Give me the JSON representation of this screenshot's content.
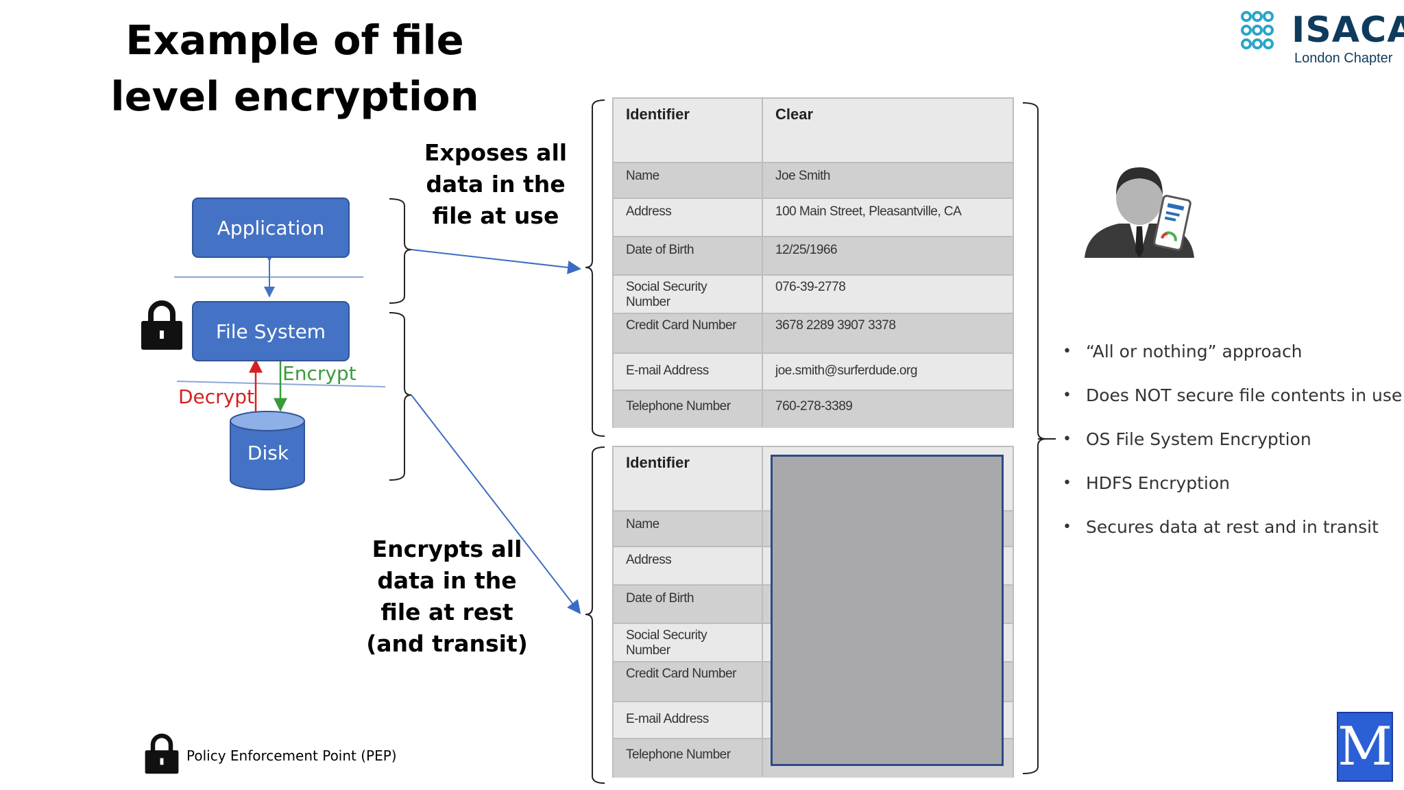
{
  "title": {
    "line1": "Example of file",
    "line2": "level encryption"
  },
  "logo": {
    "name": "ISACA",
    "subtitle": "London Chapter"
  },
  "diagram": {
    "application": "Application",
    "file_system": "File System",
    "disk": "Disk",
    "encrypt": "Encrypt",
    "decrypt": "Decrypt",
    "pep": "Policy Enforcement Point (PEP)",
    "colors": {
      "box": "#4472c4",
      "encrypt": "#3a9a3a",
      "decrypt": "#d62020",
      "arrow": "#3b6cc4"
    }
  },
  "captions": {
    "exposes": [
      "Exposes all",
      "data in the",
      "file at use"
    ],
    "encrypts": [
      "Encrypts all",
      "data in the",
      "file at rest",
      "(and transit)"
    ]
  },
  "table_clear": {
    "header_id": "Identifier",
    "header_val": "Clear",
    "rows": [
      {
        "id": "Name",
        "val": "Joe Smith"
      },
      {
        "id": "Address",
        "val": "100 Main Street, Pleasantville, CA"
      },
      {
        "id": "Date of Birth",
        "val": "12/25/1966"
      },
      {
        "id": "Social Security\nNumber",
        "val": "076-39-2778"
      },
      {
        "id": "Credit Card Number",
        "val": "3678 2289 3907 3378"
      },
      {
        "id": "E-mail Address",
        "val": "joe.smith@surferdude.org"
      },
      {
        "id": "Telephone Number",
        "val": "760-278-3389"
      }
    ]
  },
  "table_encrypted": {
    "header_id": "Identifier",
    "rows": [
      {
        "id": "Name"
      },
      {
        "id": "Address"
      },
      {
        "id": "Date of Birth"
      },
      {
        "id": "Social Security\nNumber"
      },
      {
        "id": "Credit Card Number"
      },
      {
        "id": "E-mail Address"
      },
      {
        "id": "Telephone Number"
      }
    ]
  },
  "bullets": [
    "“All or nothing” approach",
    "Does NOT secure file contents in use",
    "OS File System Encryption",
    "HDFS Encryption",
    "Secures data at rest and in transit"
  ],
  "icons": [
    "lock-icon",
    "person-with-phone-icon",
    "isaca-logo-icon",
    "m-logo-icon"
  ]
}
